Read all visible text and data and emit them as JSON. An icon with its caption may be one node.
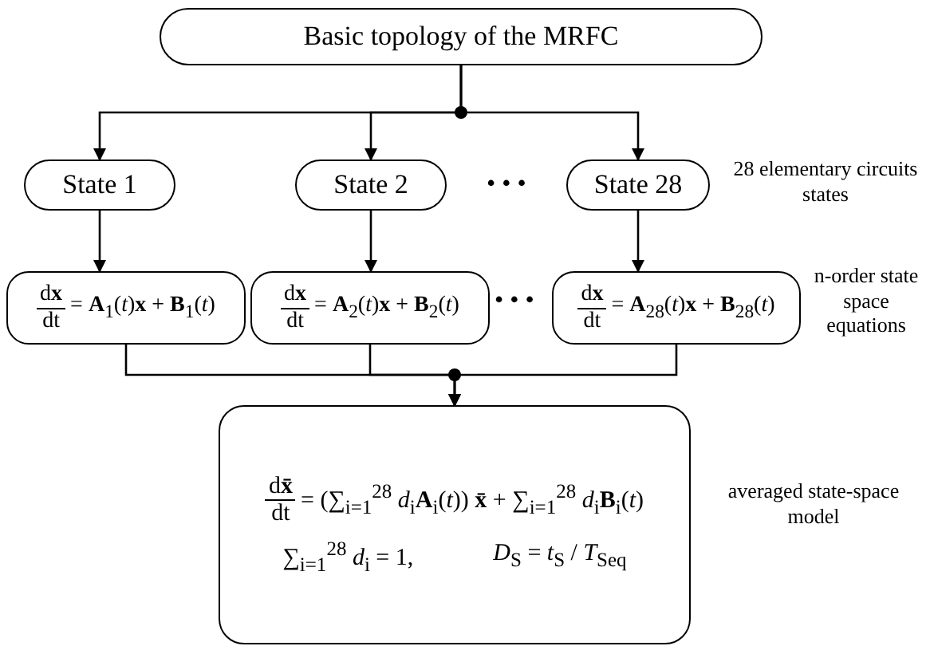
{
  "diagram": {
    "nodes": [
      {
        "text": [
          "Basic topology of the MRFC"
        ]
      },
      {
        "text": [
          "State 1"
        ]
      },
      {
        "text": [
          "State 2"
        ]
      },
      {
        "text": [
          "State 28"
        ],
        "beside": [
          "28 elementary circuits states"
        ]
      },
      {
        "text": [
          "d**x**",
          "dt",
          "= **A**$_{1}$(*t*)**x** + **B**$_{1}$(*t*)"
        ]
      },
      {
        "text": [
          "d**x**",
          "dt",
          "= **A**$_{2}$(*t*)**x** + **B**$_{2}$(*t*)"
        ]
      },
      {
        "text": [
          "d**x**",
          "dt",
          "= **A**$_{28}$(*t*)**x** + **B**$_{28}$(*t*)"
        ],
        "beside": [
          "n-order state space equations"
        ]
      },
      {
        "text": [
          "d**x̄**",
          "dt",
          "= (∑$_{i=1}$$^{28}$ *d*$_{i}$**A**$_{i}$(*t*)) **x̄** + ∑$_{i=1}$$^{28}$ *d*$_{i}$**B**$_{i}$(*t*)",
          "∑$_{i=1}$$^{28}$ *d*$_{i}$ = 1,",
          "*D*$_{S}$ = *t*$_{S}$ / *T*$_{Seq}$"
        ],
        "beside": [
          "averaged state-space model"
        ]
      }
    ],
    "edges": [
      {
        "from": 0,
        "to": 1,
        "arrow": "to"
      },
      {
        "from": 0,
        "to": 2,
        "arrow": "to"
      },
      {
        "from": 0,
        "to": 3,
        "arrow": "to"
      },
      {
        "from": 1,
        "to": 4,
        "arrow": "to"
      },
      {
        "from": 2,
        "to": 5,
        "arrow": "to"
      },
      {
        "from": 3,
        "to": 6,
        "arrow": "to"
      },
      {
        "from": 4,
        "to": 7,
        "arrow": "to"
      },
      {
        "from": 5,
        "to": 7,
        "arrow": "to"
      },
      {
        "from": 6,
        "to": 7,
        "arrow": "to"
      }
    ],
    "labels": [
      "• • •",
      "• • •"
    ]
  }
}
